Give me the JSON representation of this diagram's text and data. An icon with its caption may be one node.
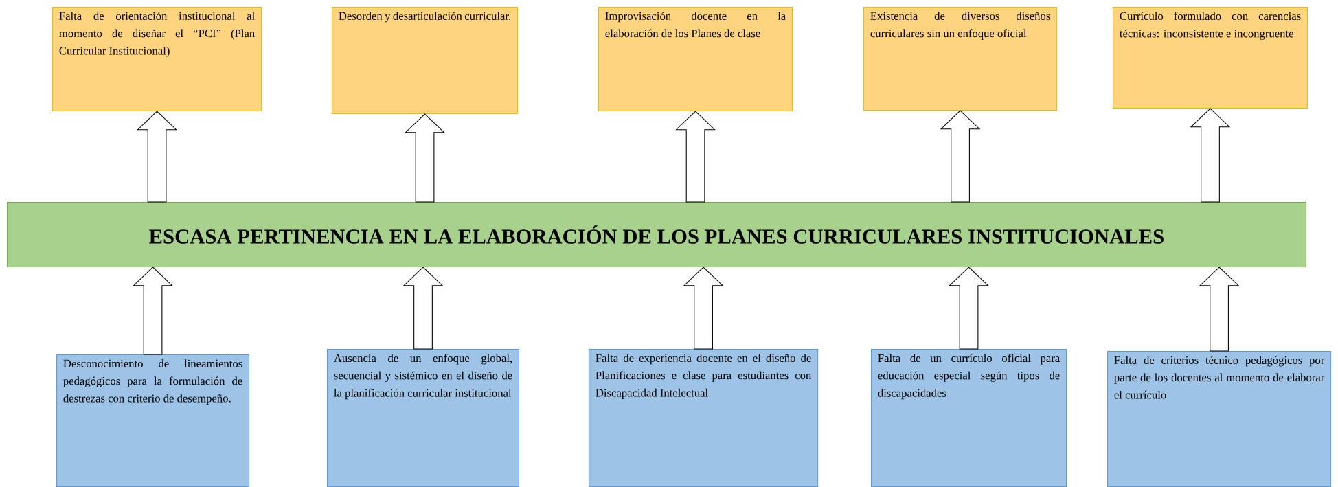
{
  "diagram": {
    "nodes": [
      {
        "text": [
          "Falta de orientación institucional al momento de diseñar el “PCI” (Plan Curricular Institucional)"
        ]
      },
      {
        "text": [
          "Desorden y desarticulación curricular."
        ]
      },
      {
        "text": [
          "Improvisación docente en la elaboración de los Planes de clase"
        ]
      },
      {
        "text": [
          "Existencia de diversos diseños curriculares sin un enfoque oficial"
        ]
      },
      {
        "text": [
          "Currículo formulado con carencias técnicas: inconsistente e incongruente"
        ]
      },
      {
        "text": [
          "ESCASA PERTINENCIA EN LA ELABORACIÓN DE LOS PLANES CURRICULARES INSTITUCIONALES"
        ]
      },
      {
        "text": [
          "Desconocimiento de lineamientos pedagógicos para la formulación de destrezas con criterio de desempeño."
        ]
      },
      {
        "text": [
          "Ausencia de un enfoque global, secuencial y sistémico en el diseño de la planificación curricular institucional"
        ]
      },
      {
        "text": [
          "Falta de experiencia docente en el diseño de Planificaciones e clase para estudiantes con Discapacidad Intelectual"
        ]
      },
      {
        "text": [
          "Falta de un currículo oficial para educación especial según tipos de discapacidades"
        ]
      },
      {
        "text": [
          "Falta de criterios técnico pedagógicos por parte de los docentes al momento de elaborar el currículo"
        ]
      }
    ],
    "edges": [
      {
        "from": 5,
        "to": 0,
        "arrow": "to"
      },
      {
        "from": 5,
        "to": 1,
        "arrow": "to"
      },
      {
        "from": 5,
        "to": 2,
        "arrow": "to"
      },
      {
        "from": 5,
        "to": 3,
        "arrow": "to"
      },
      {
        "from": 5,
        "to": 4,
        "arrow": "to"
      },
      {
        "from": 6,
        "to": 5,
        "arrow": "to"
      },
      {
        "from": 7,
        "to": 5,
        "arrow": "to"
      },
      {
        "from": 8,
        "to": 5,
        "arrow": "to"
      },
      {
        "from": 9,
        "to": 5,
        "arrow": "to"
      },
      {
        "from": 10,
        "to": 5,
        "arrow": "to"
      }
    ]
  }
}
